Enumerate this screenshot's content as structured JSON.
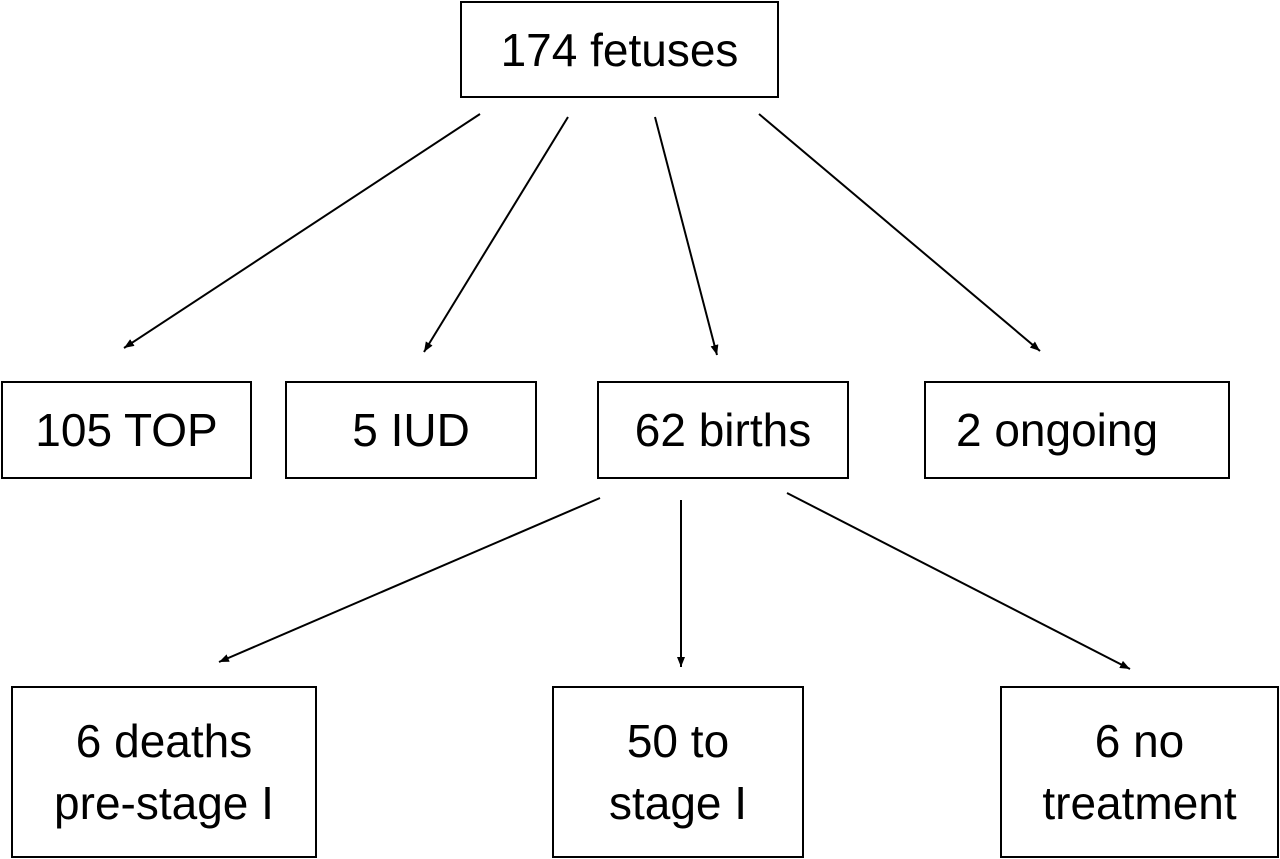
{
  "diagram": {
    "nodes": [
      {
        "id": "root",
        "label": "174 fetuses"
      },
      {
        "id": "top",
        "label": "105 TOP"
      },
      {
        "id": "iud",
        "label": "5 IUD"
      },
      {
        "id": "births",
        "label": "62 births"
      },
      {
        "id": "ongoing",
        "label": "2 ongoing"
      },
      {
        "id": "deaths",
        "label": "6 deaths\npre-stage I"
      },
      {
        "id": "stage",
        "label": "50 to\nstage I"
      },
      {
        "id": "notreat",
        "label": "6 no\ntreatment"
      }
    ],
    "edges": [
      {
        "from": "root",
        "to": "top"
      },
      {
        "from": "root",
        "to": "iud"
      },
      {
        "from": "root",
        "to": "births"
      },
      {
        "from": "root",
        "to": "ongoing"
      },
      {
        "from": "births",
        "to": "deaths"
      },
      {
        "from": "births",
        "to": "stage"
      },
      {
        "from": "births",
        "to": "notreat"
      }
    ],
    "colors": {
      "line": "#000000",
      "box_border": "#000000",
      "background": "#ffffff",
      "text": "#000000"
    }
  }
}
